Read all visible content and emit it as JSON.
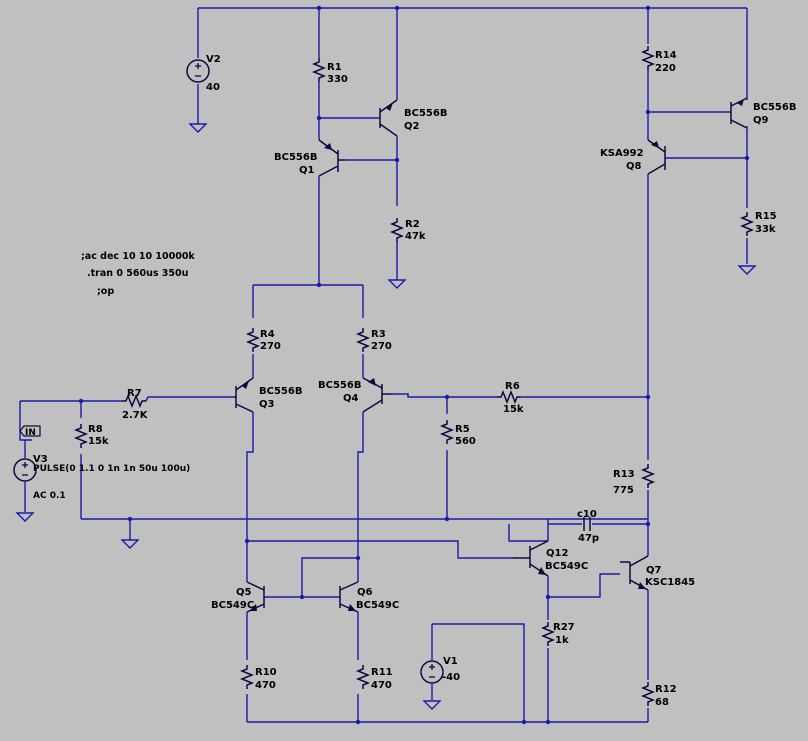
{
  "colors": {
    "background": "#c0c0c0",
    "wire": "#1a1aa8",
    "device": "#0a0a40",
    "text": "#000000"
  },
  "resistors": [
    {
      "id": "r1",
      "name": "R1",
      "value": "330"
    },
    {
      "id": "r2",
      "name": "R2",
      "value": "47k"
    },
    {
      "id": "r3",
      "name": "R3",
      "value": "270"
    },
    {
      "id": "r4",
      "name": "R4",
      "value": "270"
    },
    {
      "id": "r5",
      "name": "R5",
      "value": "560"
    },
    {
      "id": "r6",
      "name": "R6",
      "value": "15k"
    },
    {
      "id": "r7",
      "name": "R7",
      "value": "2.7K"
    },
    {
      "id": "r8",
      "name": "R8",
      "value": "15k"
    },
    {
      "id": "r10",
      "name": "R10",
      "value": "470"
    },
    {
      "id": "r11",
      "name": "R11",
      "value": "470"
    },
    {
      "id": "r12",
      "name": "R12",
      "value": "68"
    },
    {
      "id": "r13",
      "name": "R13",
      "value": "775"
    },
    {
      "id": "r14",
      "name": "R14",
      "value": "220"
    },
    {
      "id": "r15",
      "name": "R15",
      "value": "33k"
    },
    {
      "id": "r27",
      "name": "R27",
      "value": "1k"
    }
  ],
  "transistors": [
    {
      "id": "q1",
      "name": "Q1",
      "model": "BC556B",
      "type": "pnp"
    },
    {
      "id": "q2",
      "name": "Q2",
      "model": "BC556B",
      "type": "pnp"
    },
    {
      "id": "q3",
      "name": "Q3",
      "model": "BC556B",
      "type": "pnp"
    },
    {
      "id": "q4",
      "name": "Q4",
      "model": "BC556B",
      "type": "pnp"
    },
    {
      "id": "q5",
      "name": "Q5",
      "model": "BC549C",
      "type": "npn"
    },
    {
      "id": "q6",
      "name": "Q6",
      "model": "BC549C",
      "type": "npn"
    },
    {
      "id": "q7",
      "name": "Q7",
      "model": "KSC1845",
      "type": "npn"
    },
    {
      "id": "q8",
      "name": "Q8",
      "model": "KSA992",
      "type": "pnp"
    },
    {
      "id": "q9",
      "name": "Q9",
      "model": "BC556B",
      "type": "pnp"
    },
    {
      "id": "q12",
      "name": "Q12",
      "model": "BC549C",
      "type": "npn"
    }
  ],
  "sources": [
    {
      "id": "v1",
      "name": "V1",
      "value": "-40"
    },
    {
      "id": "v2",
      "name": "V2",
      "value": "40"
    },
    {
      "id": "v3",
      "name": "V3",
      "value": "PULSE(0 1.1 0 1n 1n 50u 100u)",
      "ac": "AC 0.1"
    }
  ],
  "capacitor": {
    "name": "c10",
    "value": "47p"
  },
  "net_label": "IN",
  "directives": [
    ";ac dec 10 10 10000k",
    ".tran 0 560us 350u",
    ";op"
  ]
}
